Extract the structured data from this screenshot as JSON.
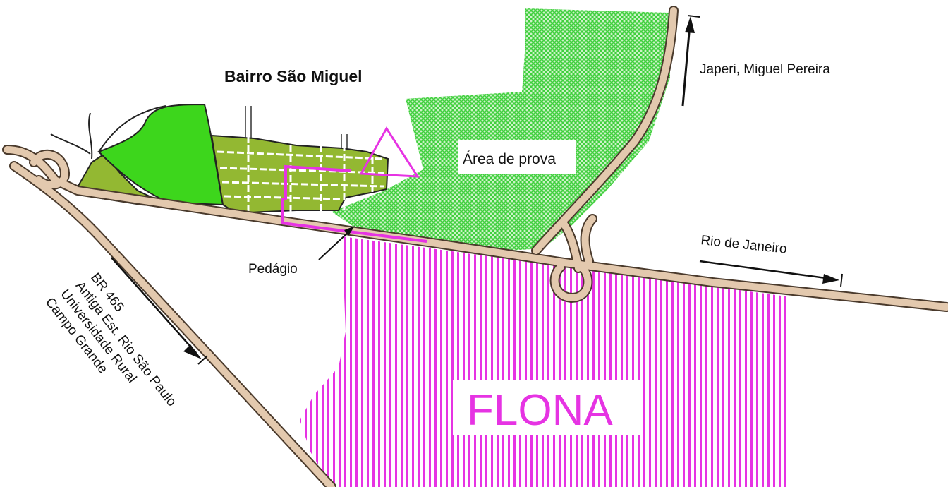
{
  "labels": {
    "neighborhood": "Bairro São Miguel",
    "test_area": "Área de prova",
    "toll": "Pedágio",
    "flona": "FLONA",
    "to_rio": "Rio de Janeiro",
    "to_japeri": "Japeri, Miguel Pereira",
    "sw_destinations": [
      "BR 465",
      "Antiga Est. Rio São Paulo",
      "Universidade Rural",
      "Campo Grande"
    ]
  },
  "colors": {
    "road_fill": "#e3c9ae",
    "road_outline": "#4a3a2c",
    "forest": "#3dd61c",
    "olive_blocks": "#93b832",
    "test_area_hatch": "#49d147",
    "flona_stripes": "#e633e3",
    "route": "#e633e3"
  }
}
